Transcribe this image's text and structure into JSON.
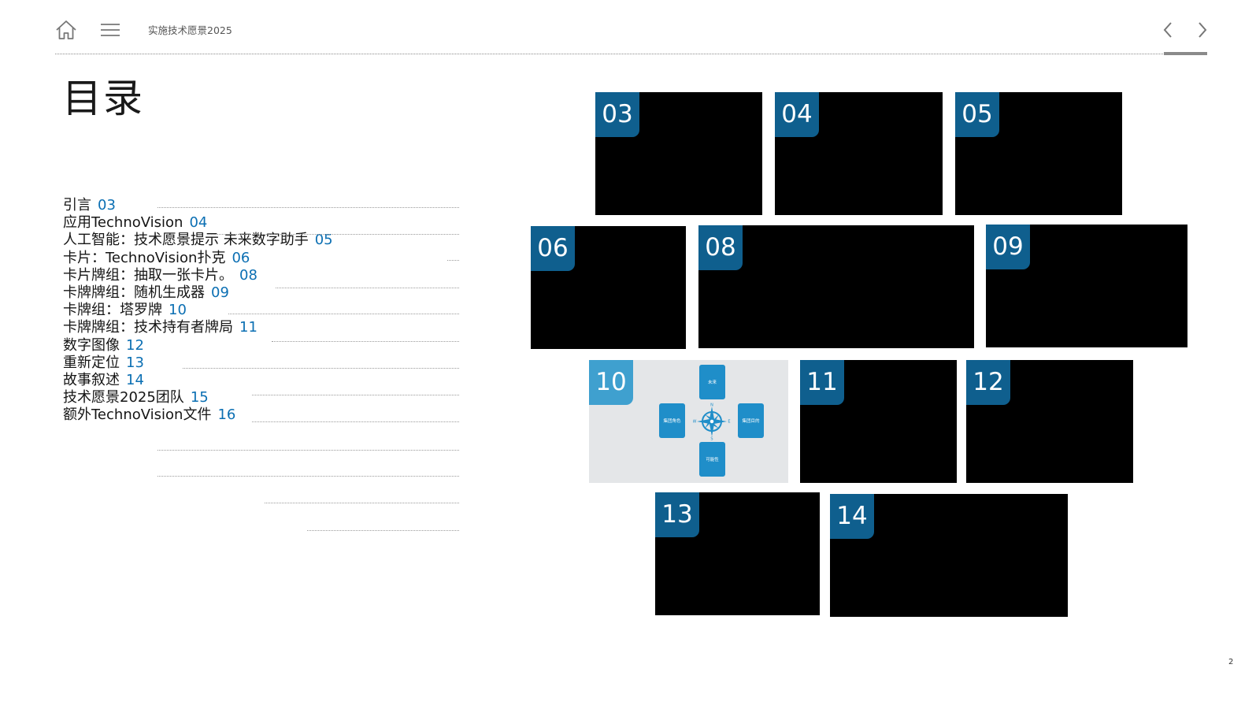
{
  "header": {
    "title": "实施技术愿景2025",
    "home_icon": "home-icon",
    "menu_icon": "menu-icon",
    "prev_icon": "chevron-left-icon",
    "next_icon": "chevron-right-icon"
  },
  "page": {
    "heading": "目录",
    "number": "2"
  },
  "toc": [
    {
      "label": "引言",
      "page": "03"
    },
    {
      "label": "应用TechnoVision",
      "page": "04"
    },
    {
      "label": "人工智能：技术愿景提示 未来数字助手",
      "page": "05"
    },
    {
      "label": "卡片：TechnoVision扑克",
      "page": "06"
    },
    {
      "label": "卡片牌组：抽取一张卡片。",
      "page": "08"
    },
    {
      "label": "卡牌牌组：随机生成器",
      "page": "09"
    },
    {
      "label": "卡牌组：塔罗牌",
      "page": "10"
    },
    {
      "label": "卡牌牌组：技术持有者牌局",
      "page": "11"
    },
    {
      "label": "数字图像",
      "page": "12"
    },
    {
      "label": "重新定位",
      "page": "13"
    },
    {
      "label": "故事叙述",
      "page": "14"
    },
    {
      "label": "技术愿景2025团队",
      "page": "15"
    },
    {
      "label": "额外TechnoVision文件",
      "page": "16"
    }
  ],
  "thumbnails": [
    {
      "number": "03"
    },
    {
      "number": "04"
    },
    {
      "number": "05"
    },
    {
      "number": "06"
    },
    {
      "number": "08"
    },
    {
      "number": "09"
    },
    {
      "number": "10",
      "cards": {
        "top": "未来",
        "left": "集团角色",
        "right": "集团目的",
        "bottom": "可能性"
      },
      "compass_letters": {
        "n": "N",
        "s": "S",
        "w": "W",
        "e": "E"
      }
    },
    {
      "number": "11"
    },
    {
      "number": "12"
    },
    {
      "number": "13"
    },
    {
      "number": "14"
    }
  ],
  "colors": {
    "accent": "#0b6fb3",
    "badge": "#0f5f8e",
    "badge_light": "#3fa0cf",
    "card_blue": "#1f8ec9"
  }
}
